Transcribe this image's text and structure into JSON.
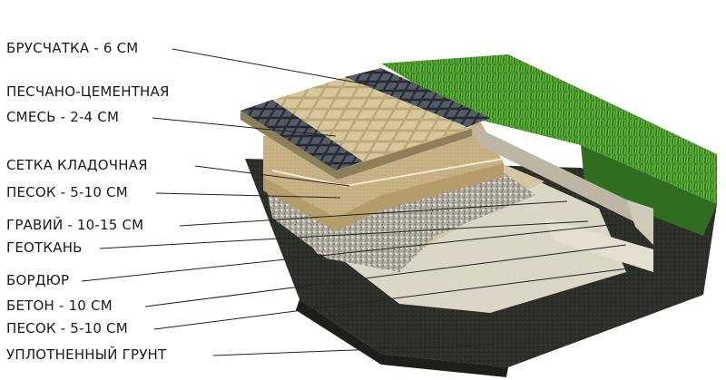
{
  "labels": [
    {
      "id": "pavers",
      "text": "БРУСЧАТКА - 6 СМ"
    },
    {
      "id": "mix_line1",
      "text": "ПЕСЧАНО-ЦЕМЕНТНАЯ"
    },
    {
      "id": "mix_line2",
      "text": "СМЕСЬ - 2-4 СМ"
    },
    {
      "id": "mesh",
      "text": "СЕТКА КЛАДОЧНАЯ"
    },
    {
      "id": "sand_top",
      "text": "ПЕСОК - 5-10 СМ"
    },
    {
      "id": "gravel",
      "text": "ГРАВИЙ - 10-15 СМ"
    },
    {
      "id": "geotextile",
      "text": "ГЕОТКАНЬ"
    },
    {
      "id": "curb",
      "text": "БОРДЮР"
    },
    {
      "id": "concrete",
      "text": "БЕТОН - 10 СМ"
    },
    {
      "id": "sand_bottom",
      "text": "ПЕСОК - 5-10 СМ"
    },
    {
      "id": "soil",
      "text": "УПЛОТНЕННЫЙ ГРУНТ"
    }
  ],
  "colors": {
    "soil": "#2b2e28",
    "grass": "#3f8a2a",
    "concrete": "#d9d4c4",
    "gravel": "#a8a39a",
    "sand": "#c9b489",
    "pavers_light": "#cdbb8d",
    "pavers_dark": "#3a4048",
    "leader": "#222222"
  }
}
